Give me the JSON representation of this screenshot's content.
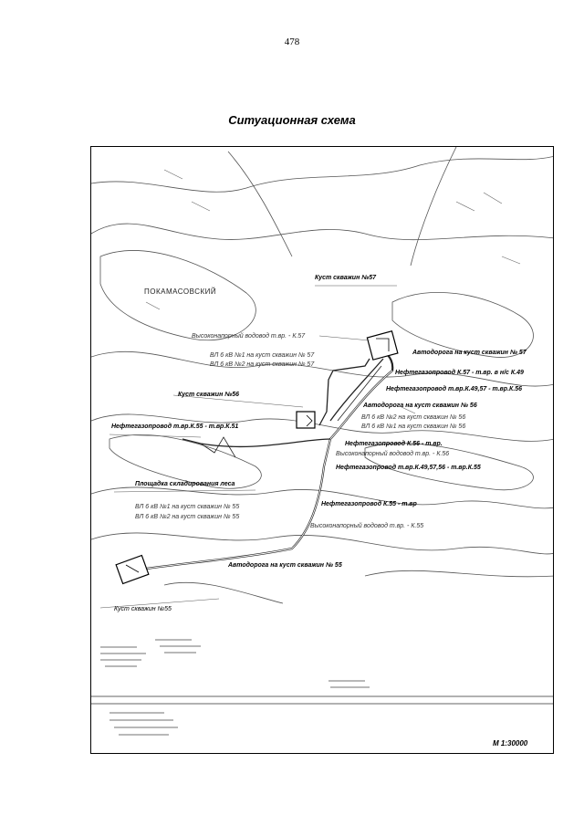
{
  "page_number": "478",
  "title": "Ситуационная схема",
  "map": {
    "place_name": "ПОКАМАСОВСКИЙ",
    "scale": "М 1:30000",
    "labels": [
      {
        "id": "kust57",
        "text": "Куст скважин №57",
        "bold": true
      },
      {
        "id": "vodovod57",
        "text": "Высоконапорный водовод т.вр. - К.57",
        "bold": false
      },
      {
        "id": "vl57-1",
        "text": "ВЛ 6 кВ №1 на куст скважин № 57",
        "bold": false
      },
      {
        "id": "vl57-2",
        "text": "ВЛ 6 кВ №2 на куст скважин № 57",
        "bold": false
      },
      {
        "id": "avto57",
        "text": "Автодорога на куст скважин № 57",
        "bold": true
      },
      {
        "id": "neft57",
        "text": "Нефтегазопровод К.57 - т.вр. в н/с К.49",
        "bold": true
      },
      {
        "id": "neft4957",
        "text": "Нефтегазопровод т.вр.К.49,57 - т.вр.К.56",
        "bold": true
      },
      {
        "id": "kust56",
        "text": "Куст скважин №56",
        "bold": true
      },
      {
        "id": "avto56",
        "text": "Автодорога на куст скважин № 56",
        "bold": true
      },
      {
        "id": "vl56-2",
        "text": "ВЛ 6 кВ №2 на куст скважин № 56",
        "bold": false
      },
      {
        "id": "vl56-1",
        "text": "ВЛ 6 кВ №1 на куст скважин № 56",
        "bold": false
      },
      {
        "id": "neft55-51",
        "text": "Нефтегазопровод т.вр.К.55 - т.вр.К.51",
        "bold": true
      },
      {
        "id": "neft56",
        "text": "Нефтегазопровод К.56 - т.вр.",
        "bold": true
      },
      {
        "id": "vodovod56",
        "text": "Высоконапорный водовод т.вр. - К.56",
        "bold": false
      },
      {
        "id": "neft495756",
        "text": "Нефтегазопровод т.вр.К.49,57,56 - т.вр.К.55",
        "bold": true
      },
      {
        "id": "ploshadka",
        "text": "Площадка складирования леса",
        "bold": true
      },
      {
        "id": "vl55-1",
        "text": "ВЛ 6 кВ №1 на куст скважин № 55",
        "bold": false
      },
      {
        "id": "vl55-2",
        "text": "ВЛ 6 кВ №2 на куст скважин № 55",
        "bold": false
      },
      {
        "id": "neft55",
        "text": "Нефтегазопровод К.55 - т.вр",
        "bold": true
      },
      {
        "id": "vodovod55",
        "text": "Высоконапорный водовод т.вр. - К.55",
        "bold": false
      },
      {
        "id": "avto55",
        "text": "Автодорога на куст скважин № 55",
        "bold": true
      },
      {
        "id": "kust55",
        "text": "Куст скважин №55",
        "bold": false
      }
    ]
  }
}
